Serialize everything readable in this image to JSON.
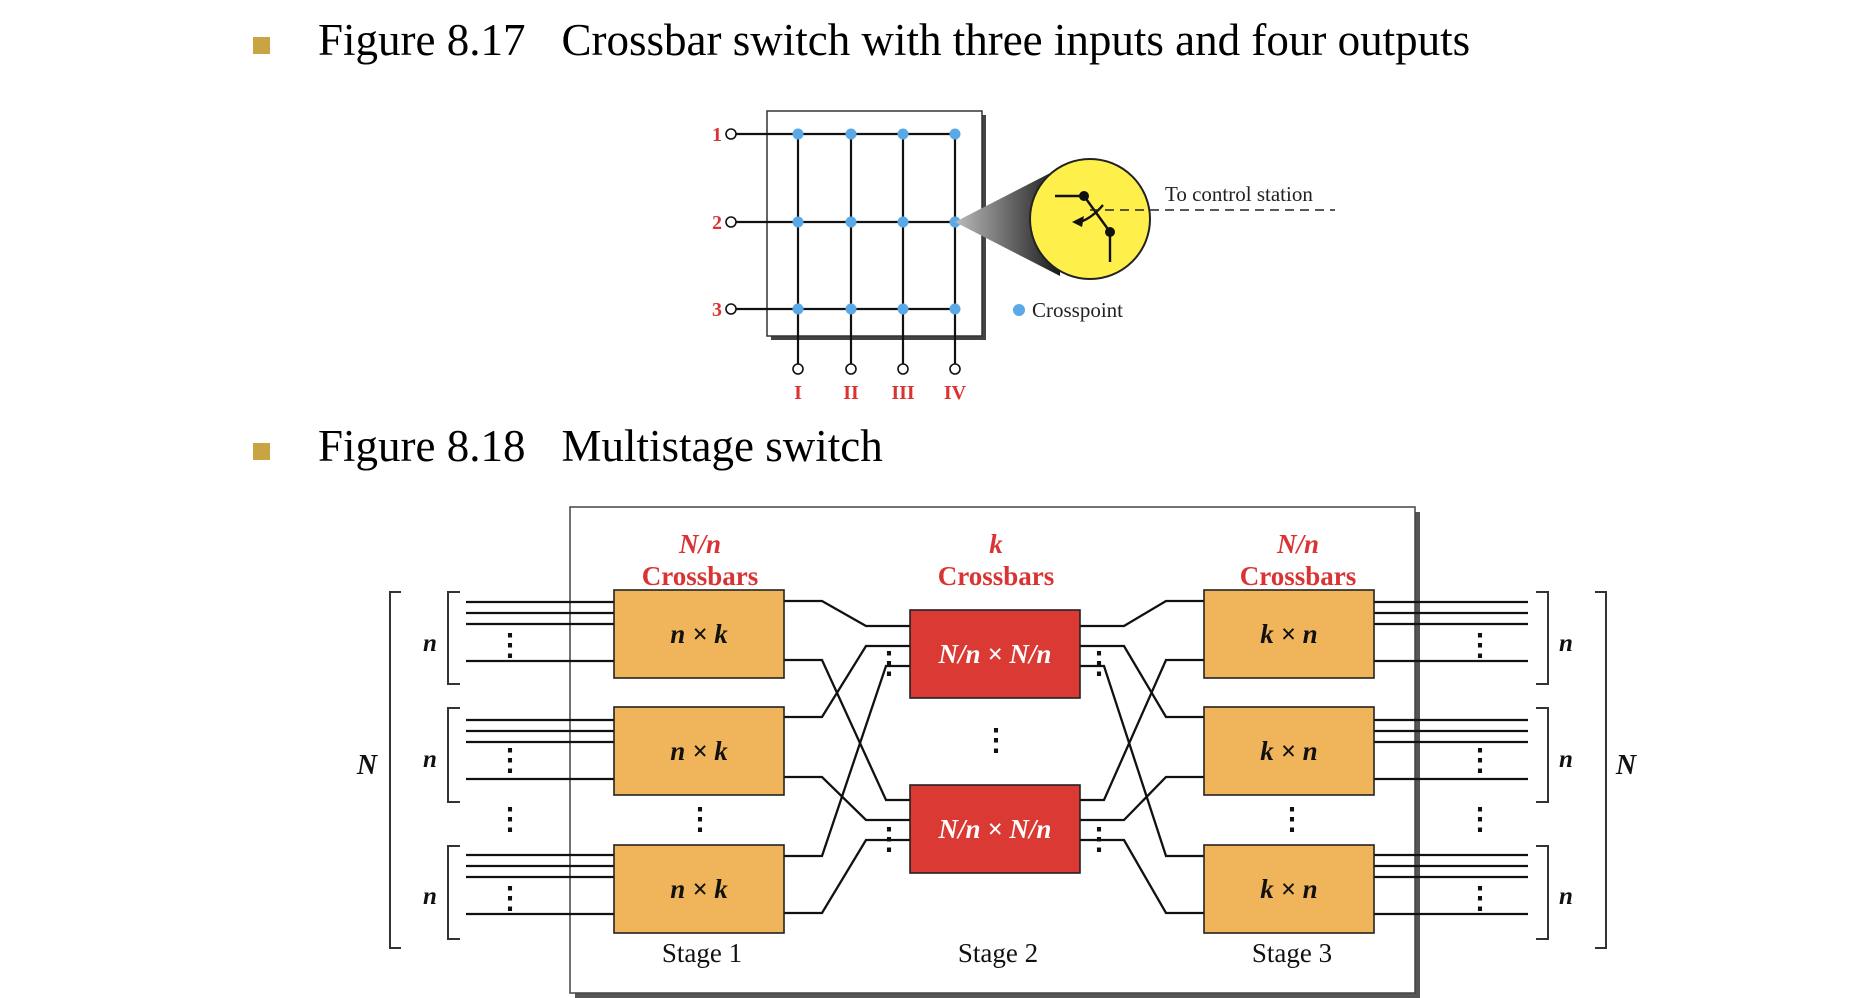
{
  "colors": {
    "bullet": "#c9a443",
    "crosspoint": "#5aa9e6",
    "label_red": "#d93333",
    "stage_box": "#f0b55a",
    "middle_box": "#da3a33",
    "zoom_circle": "#ffef4a"
  },
  "fig1": {
    "number": "Figure 8.17",
    "title": "Crossbar switch with three inputs and four outputs",
    "inputs": [
      "1",
      "2",
      "3"
    ],
    "outputs": [
      "I",
      "II",
      "III",
      "IV"
    ],
    "control_label": "To control station",
    "crosspoint_label": "Crosspoint"
  },
  "fig2": {
    "number": "Figure 8.18",
    "title": "Multistage switch",
    "stage1": {
      "header_top": "N/n",
      "header_bottom": "Crossbars",
      "box_label": "n × k",
      "stage_label": "Stage 1"
    },
    "stage2": {
      "header_top": "k",
      "header_bottom": "Crossbars",
      "box_label": "N/n × N/n",
      "stage_label": "Stage 2"
    },
    "stage3": {
      "header_top": "N/n",
      "header_bottom": "Crossbars",
      "box_label": "k × n",
      "stage_label": "Stage 3"
    },
    "group_label": "n",
    "total_label": "N",
    "dots": "⋮"
  }
}
